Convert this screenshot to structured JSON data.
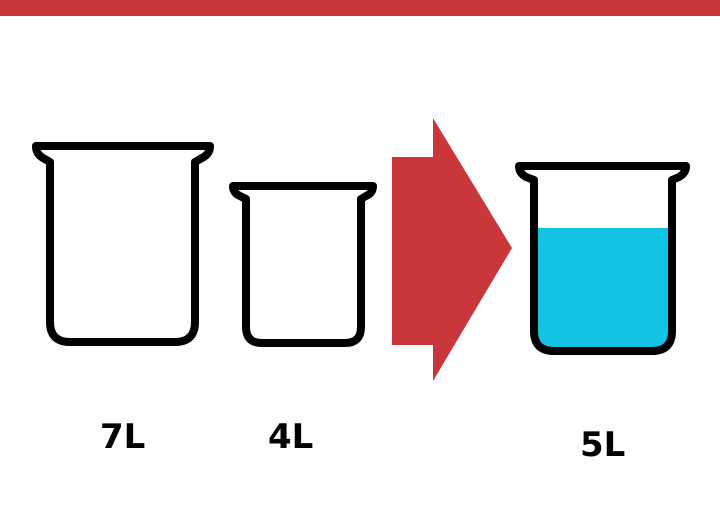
{
  "colors": {
    "accent_bar": "#c9373a",
    "arrow": "#c9373a",
    "water": "#13c3e3",
    "outline": "#000000",
    "background": "#ffffff"
  },
  "beakers": [
    {
      "capacity_label": "7L",
      "fill_fraction": 0
    },
    {
      "capacity_label": "4L",
      "fill_fraction": 0
    },
    {
      "capacity_label": "5L",
      "fill_fraction": 0.65
    }
  ],
  "arrow": {
    "direction": "right"
  }
}
